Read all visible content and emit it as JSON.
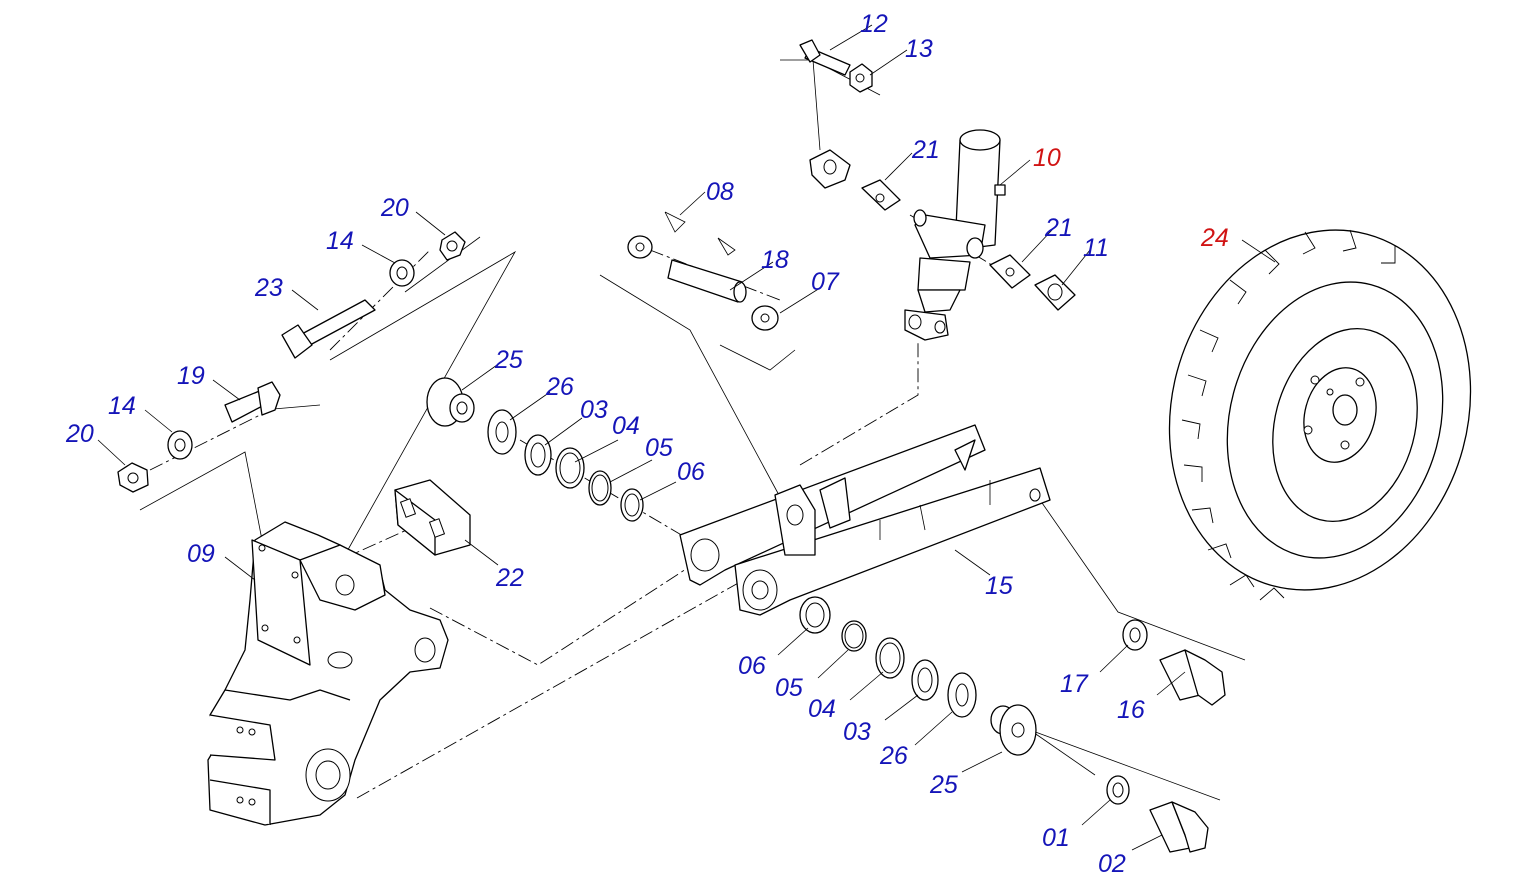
{
  "colors": {
    "label_blue": "#1515b8",
    "label_red": "#d11414",
    "line": "#000000",
    "background": "#ffffff"
  },
  "labels": [
    {
      "text": "12",
      "color": "blue"
    },
    {
      "text": "13",
      "color": "blue"
    },
    {
      "text": "21",
      "color": "blue"
    },
    {
      "text": "10",
      "color": "red"
    },
    {
      "text": "08",
      "color": "blue"
    },
    {
      "text": "20",
      "color": "blue"
    },
    {
      "text": "14",
      "color": "blue"
    },
    {
      "text": "23",
      "color": "blue"
    },
    {
      "text": "18",
      "color": "blue"
    },
    {
      "text": "07",
      "color": "blue"
    },
    {
      "text": "21",
      "color": "blue"
    },
    {
      "text": "11",
      "color": "blue"
    },
    {
      "text": "24",
      "color": "red"
    },
    {
      "text": "25",
      "color": "blue"
    },
    {
      "text": "19",
      "color": "blue"
    },
    {
      "text": "26",
      "color": "blue"
    },
    {
      "text": "03",
      "color": "blue"
    },
    {
      "text": "04",
      "color": "blue"
    },
    {
      "text": "14",
      "color": "blue"
    },
    {
      "text": "20",
      "color": "blue"
    },
    {
      "text": "05",
      "color": "blue"
    },
    {
      "text": "06",
      "color": "blue"
    },
    {
      "text": "09",
      "color": "blue"
    },
    {
      "text": "22",
      "color": "blue"
    },
    {
      "text": "15",
      "color": "blue"
    },
    {
      "text": "06",
      "color": "blue"
    },
    {
      "text": "17",
      "color": "blue"
    },
    {
      "text": "05",
      "color": "blue"
    },
    {
      "text": "16",
      "color": "blue"
    },
    {
      "text": "04",
      "color": "blue"
    },
    {
      "text": "03",
      "color": "blue"
    },
    {
      "text": "26",
      "color": "blue"
    },
    {
      "text": "25",
      "color": "blue"
    },
    {
      "text": "01",
      "color": "blue"
    },
    {
      "text": "02",
      "color": "blue"
    }
  ]
}
